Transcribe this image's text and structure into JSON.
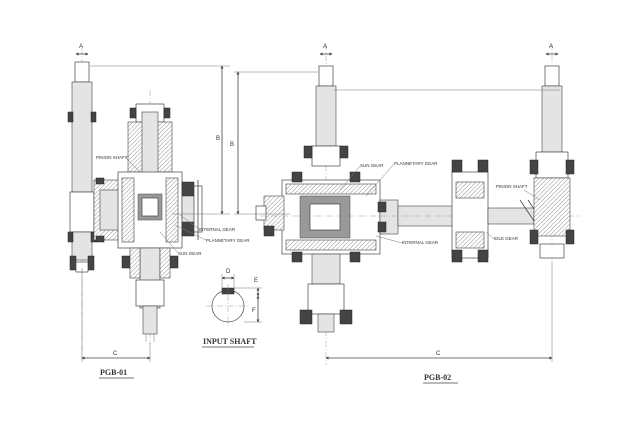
{
  "pgb01": {
    "title": "PGB-01",
    "labels": {
      "pinion_shaft": "PINION SHAFT",
      "internal_gear": "INTERNAL GEAR",
      "planetary_gear": "PLANNETARY GEAR",
      "sun_gear": "SUN GEAR"
    },
    "dims": {
      "a": "A",
      "b": "B",
      "c": "C"
    }
  },
  "input_shaft": {
    "title": "INPUT SHAFT",
    "dims": {
      "d": "D",
      "e": "E",
      "f": "F"
    }
  },
  "pgb02": {
    "title": "PGB-02",
    "labels": {
      "sun_gear": "SUN GEAR",
      "planetary_gear": "PLANNETARY GEAR",
      "internal_gear": "INTERNAL GEAR",
      "pinion_shaft": "PINION SHAFT",
      "idle_gear": "IDLE GEAR"
    },
    "dims": {
      "a1": "A",
      "a2": "A",
      "b": "B",
      "c": "C"
    }
  }
}
